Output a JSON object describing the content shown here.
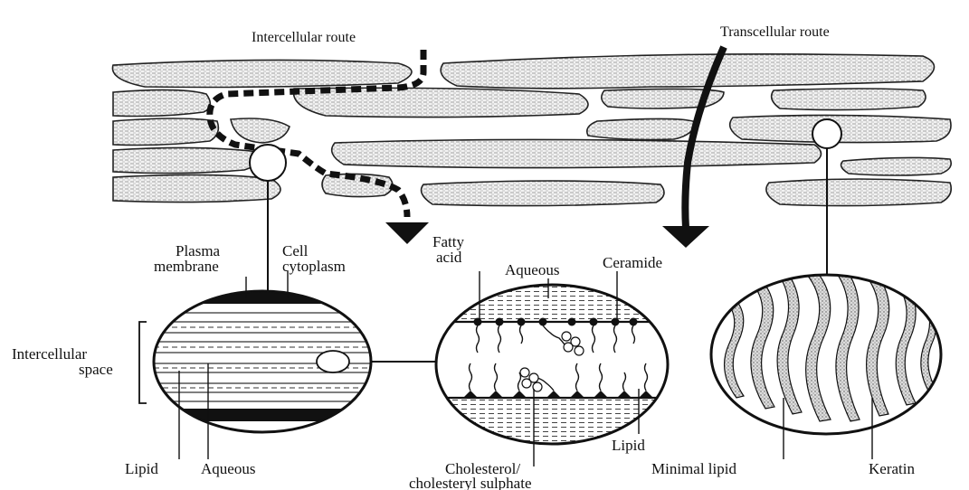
{
  "routes": {
    "intercellular": "Intercellular route",
    "transcellular": "Transcellular route"
  },
  "left_detail": {
    "plasma_membrane": [
      "Plasma",
      "membrane"
    ],
    "cell_cytoplasm": [
      "Cell",
      "cytoplasm"
    ],
    "intercellular_space": [
      "Intercellular",
      "space"
    ],
    "lipid": "Lipid",
    "aqueous": "Aqueous"
  },
  "middle_detail": {
    "fatty_acid": [
      "Fatty",
      "acid"
    ],
    "aqueous": "Aqueous",
    "ceramide": "Ceramide",
    "lipid": "Lipid",
    "cholesterol": [
      "Cholesterol/",
      "cholesteryl sulphate"
    ]
  },
  "right_detail": {
    "minimal_lipid": "Minimal lipid",
    "keratin": "Keratin"
  }
}
